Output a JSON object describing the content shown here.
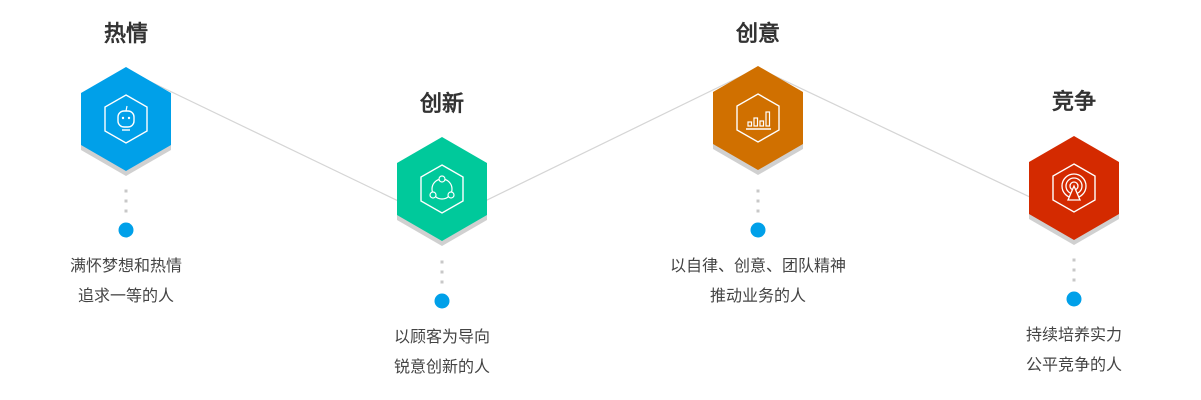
{
  "items": [
    {
      "title": "热情",
      "line1": "满怀梦想和热情",
      "line2": "追求一等的人",
      "color": "#00a0e9",
      "icon": "robot-icon"
    },
    {
      "title": "创新",
      "line1": "以顾客为导向",
      "line2": "锐意创新的人",
      "color": "#00c99b",
      "icon": "share-nodes-icon"
    },
    {
      "title": "创意",
      "line1": "以自律、创意、团队精神",
      "line2": "推动业务的人",
      "color": "#d07000",
      "icon": "bar-chart-icon"
    },
    {
      "title": "竞争",
      "line1": "持续培养实力",
      "line2": "公平竞争的人",
      "color": "#d42a00",
      "icon": "signal-tower-icon"
    }
  ],
  "dot_color": "#00a0e9"
}
